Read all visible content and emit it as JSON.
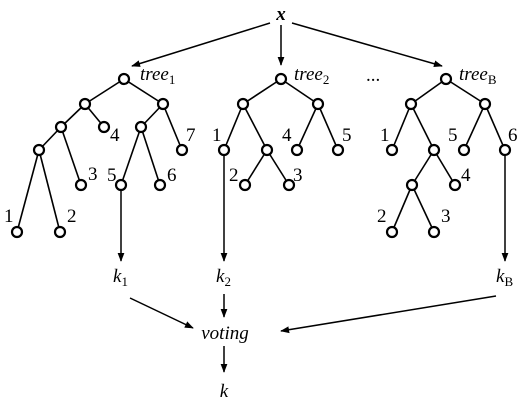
{
  "input": {
    "name": "x"
  },
  "trees": [
    {
      "name": "tree",
      "sub": "1",
      "output_name": "k",
      "output_sub": "1",
      "leaf_labels": [
        "1",
        "2",
        "3",
        "4",
        "5",
        "6",
        "7"
      ]
    },
    {
      "name": "tree",
      "sub": "2",
      "output_name": "k",
      "output_sub": "2",
      "leaf_labels": [
        "1",
        "2",
        "3",
        "4",
        "5"
      ]
    },
    {
      "name": "tree",
      "sub": "B",
      "output_name": "k",
      "output_sub": "B",
      "leaf_labels": [
        "1",
        "2",
        "3",
        "4",
        "5",
        "6"
      ]
    }
  ],
  "ellipsis": "...",
  "voting": {
    "label": "voting"
  },
  "output": {
    "name": "k"
  }
}
